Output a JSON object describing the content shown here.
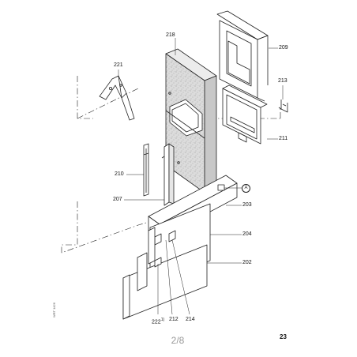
{
  "diagram": {
    "callouts": {
      "c218": "218",
      "c209": "209",
      "c221": "221",
      "c213": "213",
      "c211": "211",
      "c210": "210",
      "c207": "207",
      "c203": "203",
      "c204": "204",
      "c202": "202",
      "c222": "222",
      "c222_sup": "1)",
      "c212": "212",
      "c214": "214",
      "ref_a": "A"
    },
    "side_code": "WRT 1426"
  },
  "footer": {
    "page_number": "2/8",
    "sheet_number": "23"
  },
  "colors": {
    "line": "#222222",
    "insulation": "#d9d9d9",
    "page_number": "#9a9a9a"
  }
}
